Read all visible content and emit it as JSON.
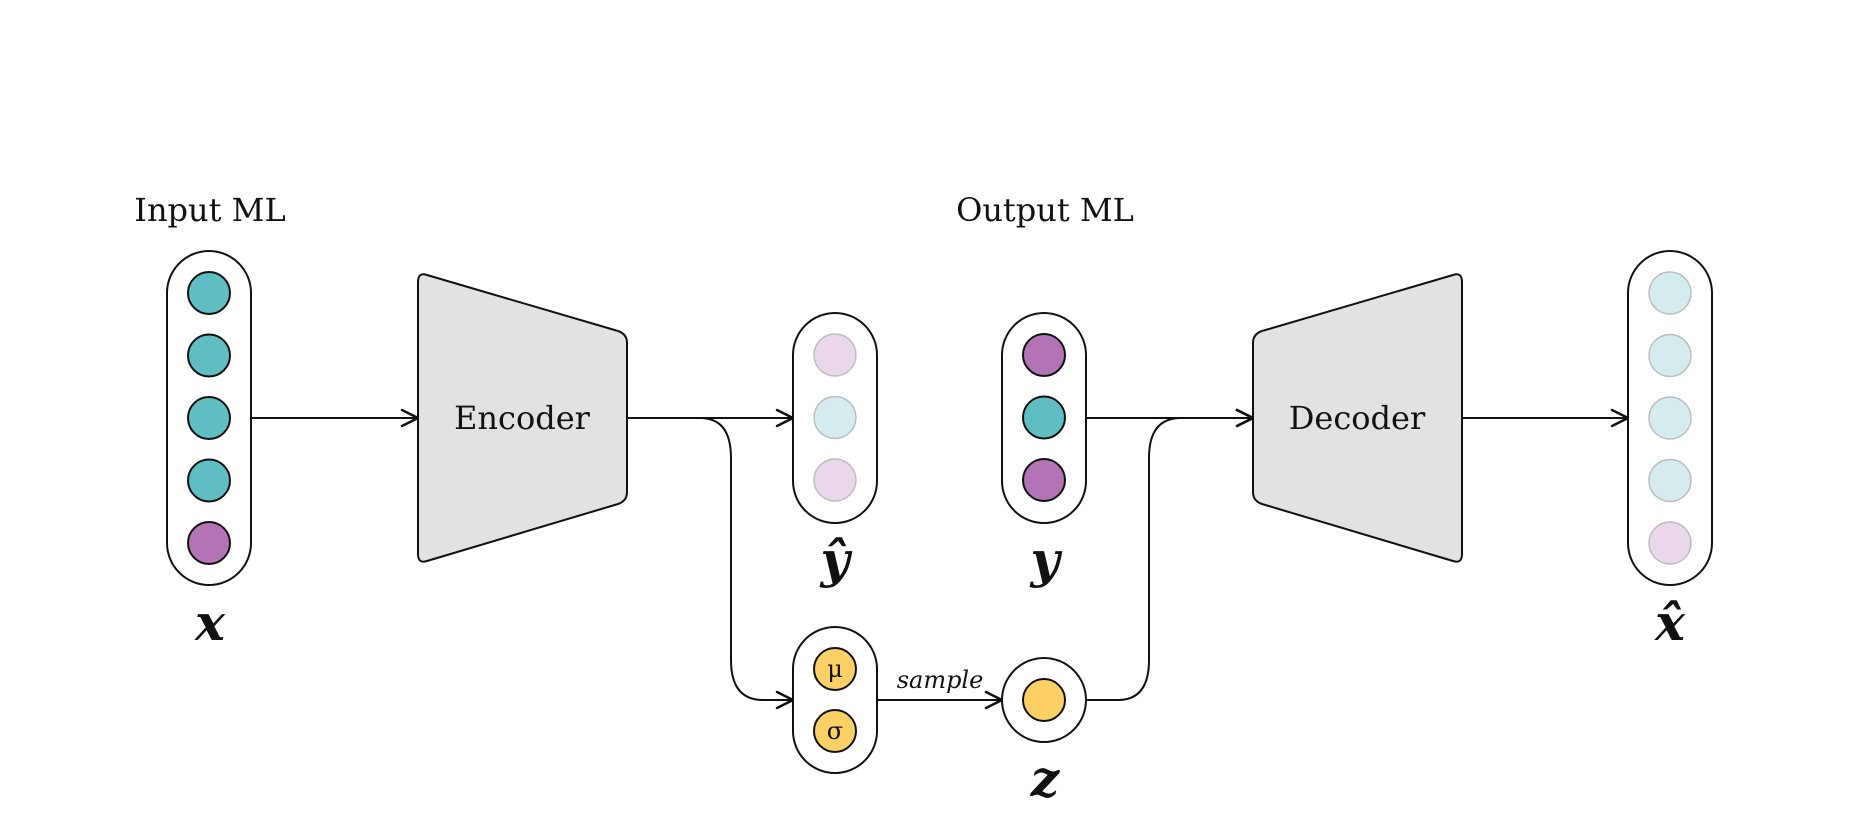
{
  "titles": {
    "input": "Input ML",
    "output": "Output ML"
  },
  "blocks": {
    "encoder": "Encoder",
    "decoder": "Decoder"
  },
  "variables": {
    "x": "x",
    "y_hat": "ŷ",
    "y": "y",
    "z": "z",
    "x_hat": "x̂"
  },
  "latent": {
    "mu": "μ",
    "sigma": "σ",
    "sample_label": "sample"
  },
  "colors": {
    "teal": "#5fbec3",
    "purple": "#b274b4",
    "teal_faded": "#d5ecee",
    "purple_faded": "#ead8ea",
    "yellow": "#fdd065",
    "block_fill": "#e1e3e2",
    "stroke": "#111111"
  },
  "nodes": {
    "x": [
      "teal",
      "teal",
      "teal",
      "teal",
      "purple"
    ],
    "y_hat": [
      "purple_faded",
      "teal_faded",
      "purple_faded"
    ],
    "y": [
      "purple",
      "teal",
      "purple"
    ],
    "x_hat": [
      "teal_faded",
      "teal_faded",
      "teal_faded",
      "teal_faded",
      "purple_faded"
    ]
  }
}
